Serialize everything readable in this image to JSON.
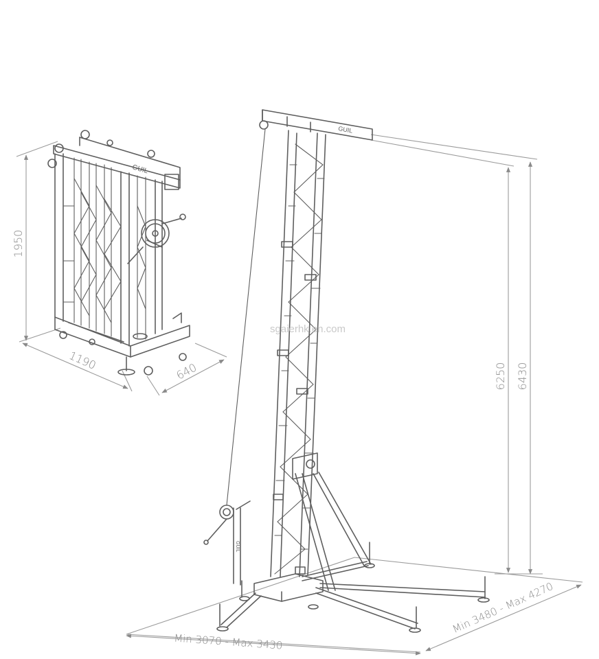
{
  "labels": {
    "folded_height": "1950",
    "folded_length": "1190",
    "folded_width": "640",
    "height_inner": "6250",
    "height_outer": "6430",
    "base_front": "Min 3070 - Max 3430",
    "base_side": "Min 3480 - Max 4270",
    "brand_folded": "GUIL",
    "brand_beam": "GUIL",
    "brand_winch": "GUIL"
  },
  "watermark": "sgaierhk.en.com",
  "colors": {
    "line": "#5e5e5e",
    "dimension": "#8a8a8a",
    "background": "#ffffff"
  }
}
